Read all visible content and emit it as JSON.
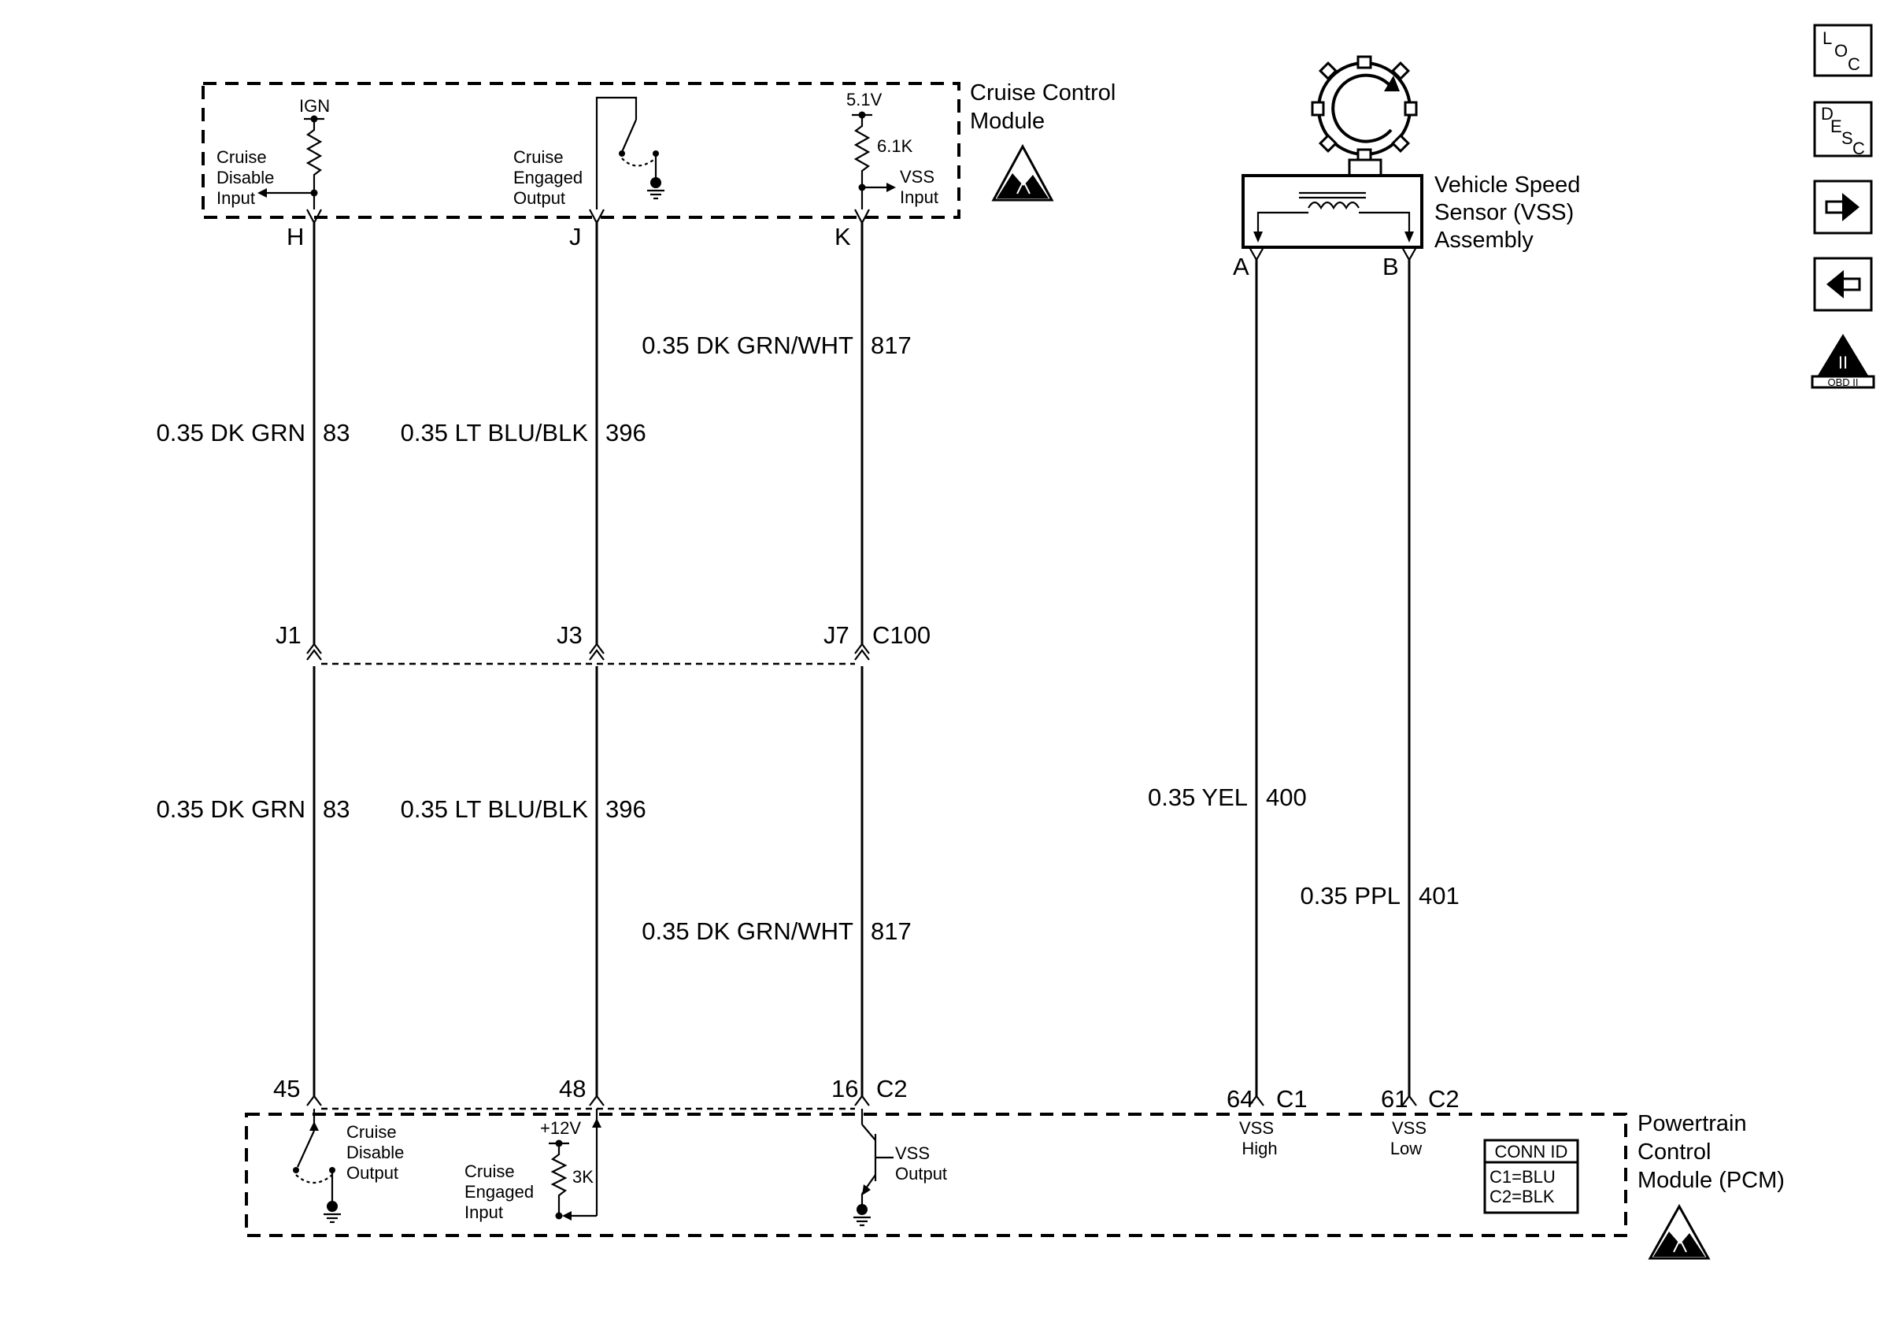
{
  "ccm": {
    "title_line1": "Cruise Control",
    "title_line2": "Module",
    "ign": "IGN",
    "disable_input": [
      "Cruise",
      "Disable",
      "Input"
    ],
    "engaged_output": [
      "Cruise",
      "Engaged",
      "Output"
    ],
    "v51": "5.1V",
    "r61k": "6.1K",
    "vss_input": [
      "VSS",
      "Input"
    ]
  },
  "pins_top": {
    "h": "H",
    "j": "J",
    "k": "K"
  },
  "vss_sensor": {
    "line1": "Vehicle Speed",
    "line2": "Sensor (VSS)",
    "line3": "Assembly",
    "pin_a": "A",
    "pin_b": "B"
  },
  "wires": {
    "w83_upper": {
      "color": "0.35 DK GRN",
      "circuit": "83"
    },
    "w396_upper": {
      "color": "0.35 LT BLU/BLK",
      "circuit": "396"
    },
    "w817_upper": {
      "color": "0.35 DK GRN/WHT",
      "circuit": "817"
    },
    "w83_lower": {
      "color": "0.35 DK GRN",
      "circuit": "83"
    },
    "w396_lower": {
      "color": "0.35 LT BLU/BLK",
      "circuit": "396"
    },
    "w817_lower": {
      "color": "0.35 DK GRN/WHT",
      "circuit": "817"
    },
    "w400": {
      "color": "0.35 YEL",
      "circuit": "400"
    },
    "w401": {
      "color": "0.35 PPL",
      "circuit": "401"
    }
  },
  "c100": {
    "j1": "J1",
    "j3": "J3",
    "j7": "J7",
    "name": "C100"
  },
  "pcm_pins": {
    "p45": "45",
    "p48": "48",
    "p16": "16",
    "c2a": "C2",
    "p64": "64",
    "c1": "C1",
    "p61": "61",
    "c2b": "C2"
  },
  "pcm": {
    "title_line1": "Powertrain",
    "title_line2": "Control",
    "title_line3": "Module (PCM)",
    "disable_output": [
      "Cruise",
      "Disable",
      "Output"
    ],
    "v12": "+12V",
    "r3k": "3K",
    "engaged_input": [
      "Cruise",
      "Engaged",
      "Input"
    ],
    "vss_output": [
      "VSS",
      "Output"
    ],
    "vss_high": [
      "VSS",
      "High"
    ],
    "vss_low": [
      "VSS",
      "Low"
    ],
    "conn_id": {
      "title": "CONN ID",
      "c1": "C1=BLU",
      "c2": "C2=BLK"
    }
  },
  "nav": {
    "loc": {
      "l": "L",
      "o": "O",
      "c": "C"
    },
    "desc": {
      "d": "D",
      "e": "E",
      "s": "S",
      "c": "C"
    },
    "next_icon": "arrow-right-icon",
    "prev_icon": "arrow-left-icon",
    "obd": {
      "roman": "II",
      "label": "OBD II"
    }
  }
}
